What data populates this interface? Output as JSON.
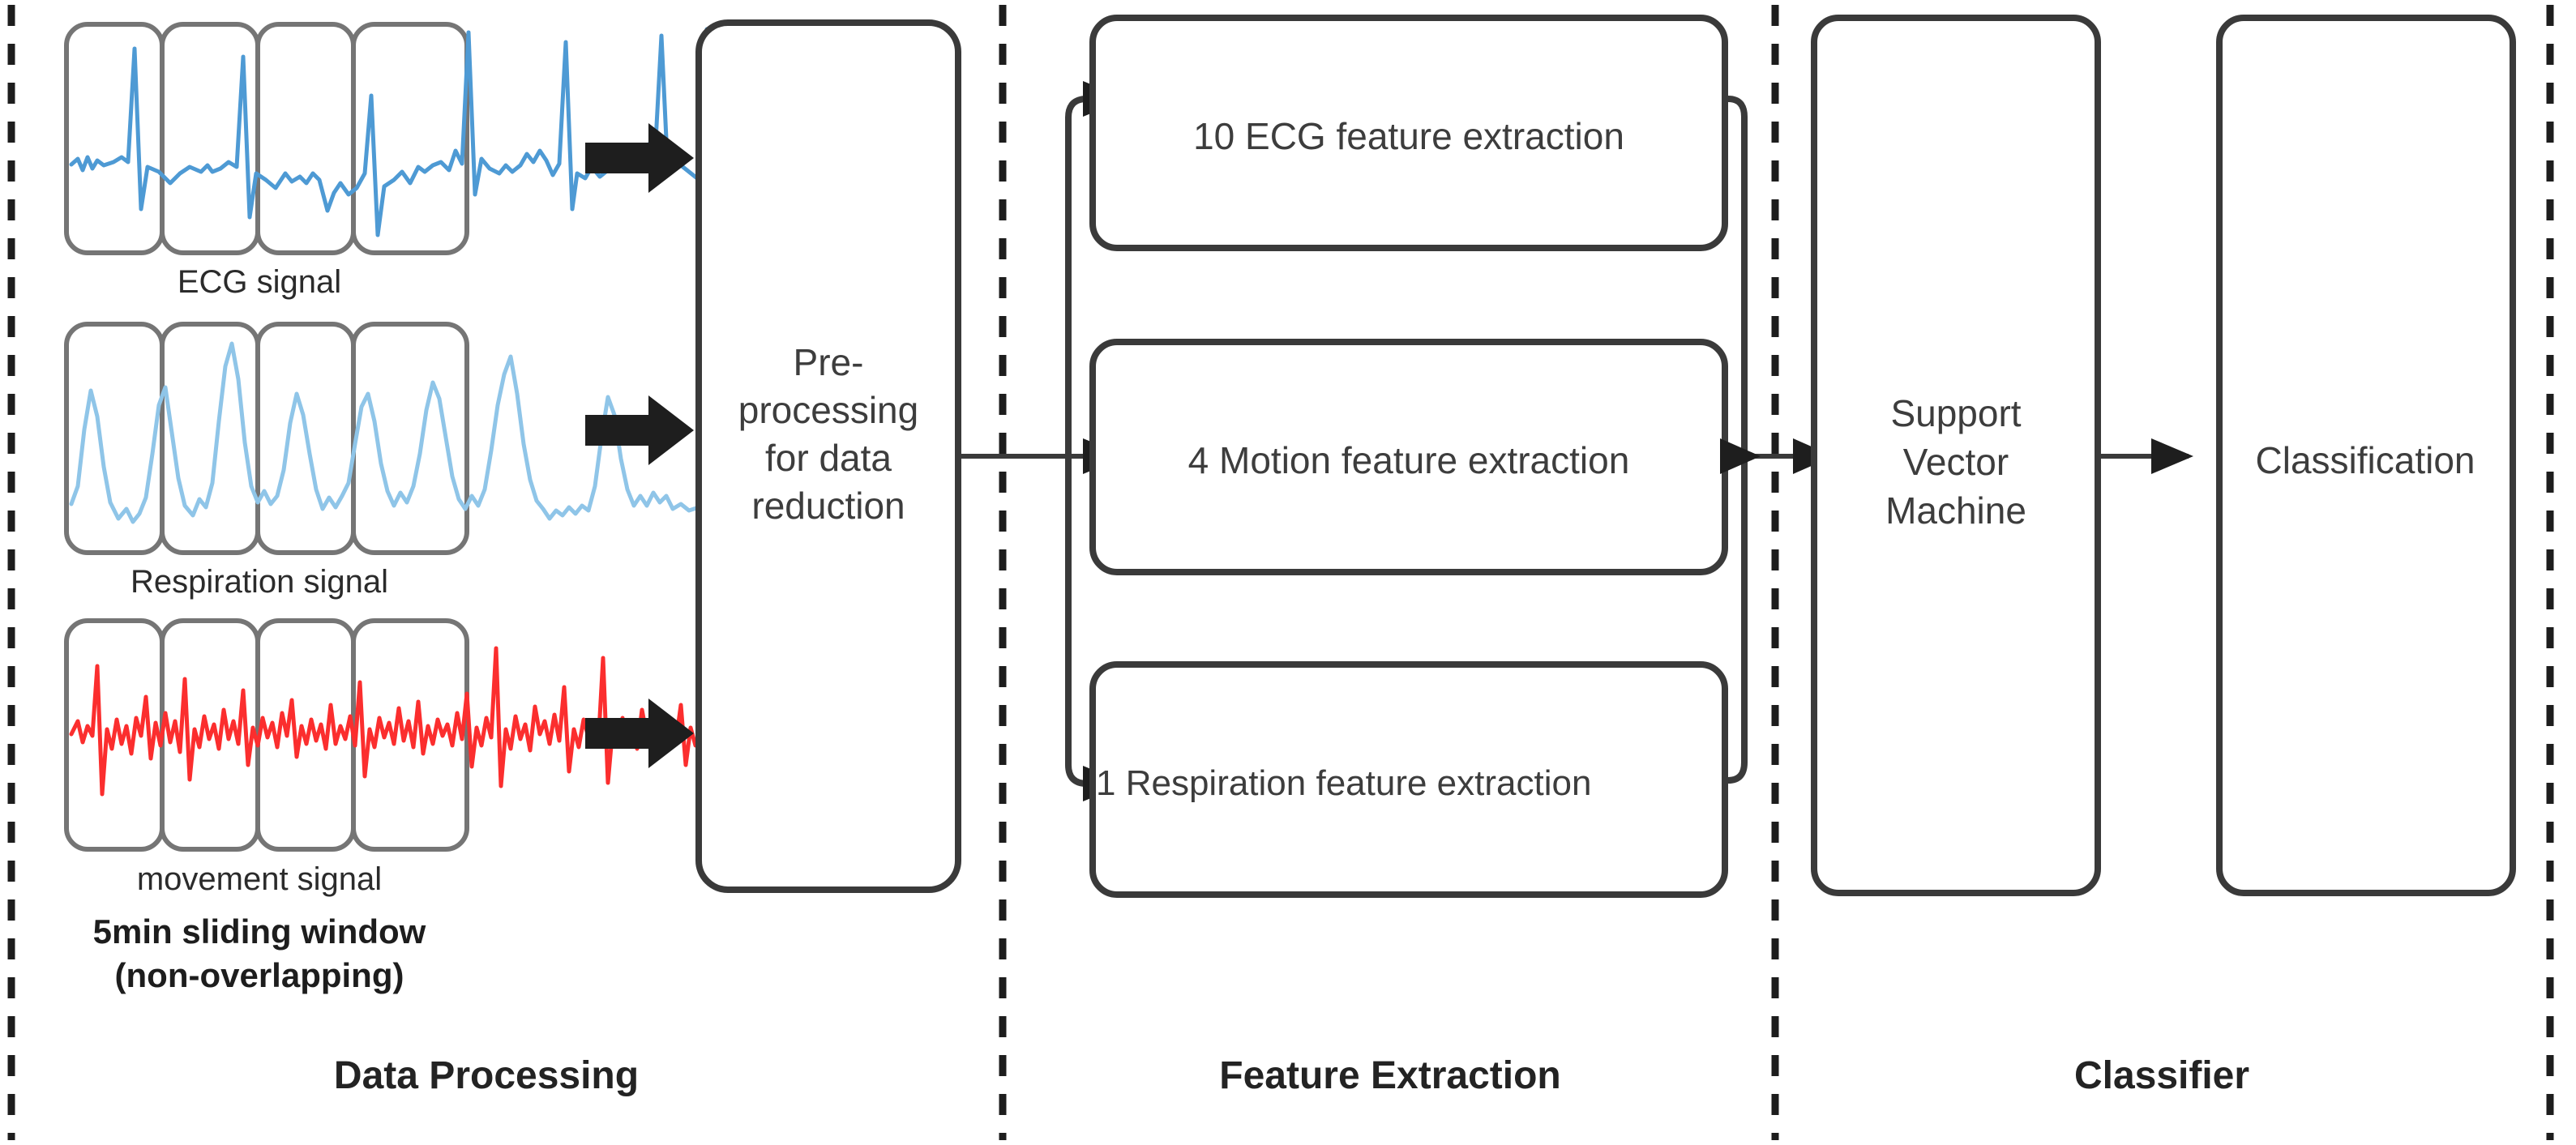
{
  "diagram": {
    "title": "Sleep/physiological signal classification pipeline",
    "stroke_dark": "#3a3a3a",
    "stroke_mid": "#6e6e6e",
    "arrow_black": "#1e1e1e",
    "ecg_color": "#4e9ad4",
    "respiration_color": "#8fc5e8",
    "movement_color": "#f43b3b",
    "background": "#ffffff"
  },
  "sections": [
    {
      "id": "data-processing",
      "label": "Data Processing"
    },
    {
      "id": "feature-extraction",
      "label": "Feature Extraction"
    },
    {
      "id": "classifier",
      "label": "Classifier"
    }
  ],
  "signals": [
    {
      "id": "ecg",
      "label": "ECG signal",
      "color": "#4e9ad4",
      "windows": 4
    },
    {
      "id": "respiration",
      "label": "Respiration signal",
      "color": "#8fc5e8",
      "windows": 4
    },
    {
      "id": "movement",
      "label": "movement signal",
      "color": "#f43b3b",
      "windows": 4
    }
  ],
  "window_note": {
    "line1": "5min sliding window",
    "line2": "(non-overlapping)"
  },
  "preprocessing": {
    "line1": "Pre-",
    "line2": "processing",
    "line3": "for data",
    "line4": "reduction"
  },
  "feature_boxes": [
    {
      "id": "ecg-features",
      "label": "10 ECG feature extraction",
      "count": 10,
      "modality": "ECG"
    },
    {
      "id": "motion-features",
      "label": "4 Motion feature extraction",
      "count": 4,
      "modality": "Motion"
    },
    {
      "id": "respiration-features",
      "label": "1 Respiration feature extraction",
      "count": 1,
      "modality": "Respiration"
    }
  ],
  "classifier": {
    "svm": {
      "line1": "Support",
      "line2": "Vector",
      "line3": "Machine"
    },
    "output": {
      "label": "Classification"
    }
  }
}
